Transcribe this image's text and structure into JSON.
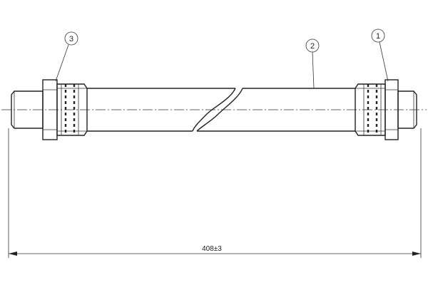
{
  "callouts": [
    {
      "label": "1"
    },
    {
      "label": "2"
    },
    {
      "label": "3"
    }
  ],
  "dimension": {
    "text": "408±3"
  },
  "colors": {
    "line": "#222222",
    "background": "#ffffff"
  }
}
